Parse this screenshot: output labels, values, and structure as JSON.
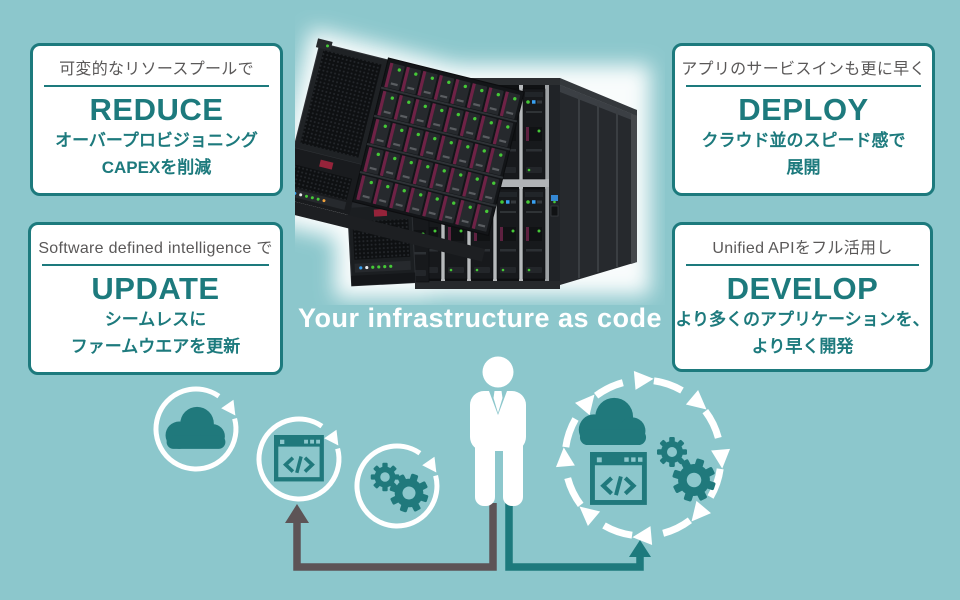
{
  "palette": {
    "background": "#8cc7cc",
    "accent_teal": "#1d7a7d",
    "icon_teal": "#20797c",
    "gray_text": "#5a5858",
    "dark_arrow": "#5d5456",
    "white": "#ffffff"
  },
  "boxes": [
    {
      "id": "reduce",
      "top_label": "可変的なリソースプールで",
      "heading": "REDUCE",
      "lines": [
        "オーバープロビジョニング",
        "CAPEXを削減"
      ]
    },
    {
      "id": "deploy",
      "top_label": "アプリのサービスインも更に早く",
      "heading": "DEPLOY",
      "lines": [
        "クラウド並のスピード感で",
        "展開"
      ]
    },
    {
      "id": "update",
      "top_label": "Software defined intelligence で",
      "heading": "UPDATE",
      "lines": [
        "シームレスに",
        "ファームウエアを更新"
      ]
    },
    {
      "id": "develop",
      "top_label": "Unified APIをフル活用し",
      "heading": "DEVELOP",
      "lines": [
        "より多くのアプリケーションを、",
        "より早く開発"
      ]
    }
  ],
  "caption": {
    "text": "Your infrastructure as code"
  },
  "icons": {
    "center": "server-hardware-illustration",
    "left_cycle_icons": [
      "cloud-icon",
      "code-window-icon",
      "gears-icon"
    ],
    "person": "it-admin-person-icon",
    "right_cycle_icons": [
      "cloud-icon",
      "code-window-icon",
      "gears-icon"
    ]
  }
}
